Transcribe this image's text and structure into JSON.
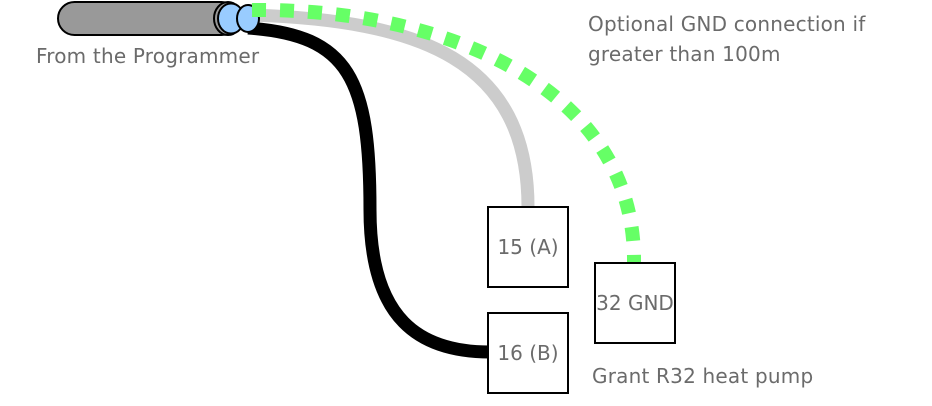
{
  "labels": {
    "source": "From the Programmer",
    "optional_note": "Optional  GND connection if greater than 100m",
    "optional_note_line1": "Optional  GND connection if",
    "optional_note_line2": "greater than 100m",
    "device": "Grant R32 heat pump"
  },
  "terminals": [
    {
      "id": "15",
      "label": "15 (A)",
      "wire": "grey"
    },
    {
      "id": "16",
      "label": "16 (B)",
      "wire": "black"
    },
    {
      "id": "32",
      "label": "32 GND",
      "wire": "green-dashed",
      "optional": true
    }
  ],
  "colors": {
    "cable_jacket": "#999999",
    "cable_core": "#99ccff",
    "wire_a": "#cccccc",
    "wire_b": "#000000",
    "wire_gnd": "#66ff66",
    "text": "#6b6b6b"
  }
}
